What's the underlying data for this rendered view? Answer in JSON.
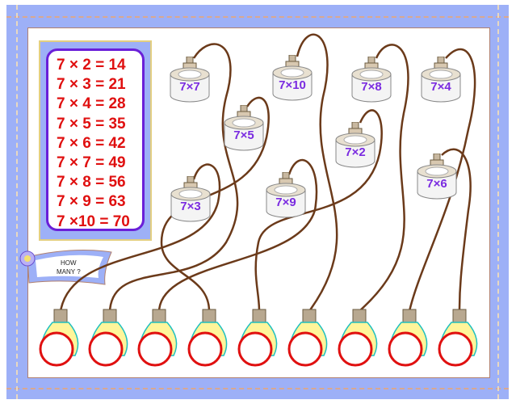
{
  "times_table": [
    "7 × 2 = 14",
    "7 × 3 = 21",
    "7 × 4 = 28",
    "7 × 5 = 35",
    "7 × 6 = 42",
    "7 × 7 = 49",
    "7 × 8 = 56",
    "7 × 9 = 63",
    "7 ×10 = 70"
  ],
  "tag": {
    "line1": "HOW",
    "line2": "MANY ?"
  },
  "sockets": [
    "7×7",
    "7×10",
    "7×8",
    "7×4",
    "7×5",
    "7×2",
    "7×6",
    "7×3",
    "7×9"
  ],
  "bulb_count": 9,
  "colors": {
    "frame": "#9db0f7",
    "table_text": "#e01010",
    "socket_text": "#7a2be0",
    "wire": "#6b3a1a",
    "bulb_ring": "#e01010"
  }
}
